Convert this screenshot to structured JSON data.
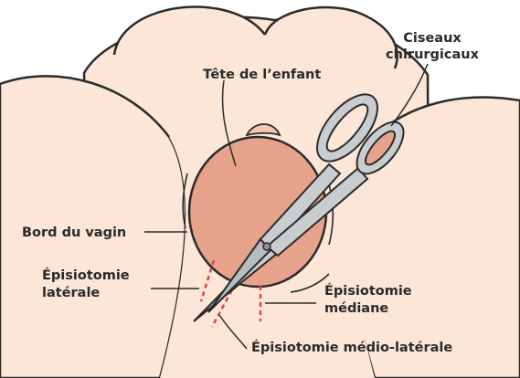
{
  "labels": {
    "baby_head": "Tête de l’enfant",
    "scissors_line1": "Ciseaux",
    "scissors_line2": "chirurgicaux",
    "vaginal_edge": "Bord du vagin",
    "lateral_line1": "Épisiotomie",
    "lateral_line2": "latérale",
    "median_line1": "Épisiotomie",
    "median_line2": "médiane",
    "mediolateral": "Épisiotomie médio-latérale"
  },
  "colors": {
    "skin": "#fbe6d8",
    "baby_head": "#e6a28a",
    "outline": "#2b2b2b",
    "scissors": "#c9cdd0",
    "cut_line": "#e0473f"
  }
}
